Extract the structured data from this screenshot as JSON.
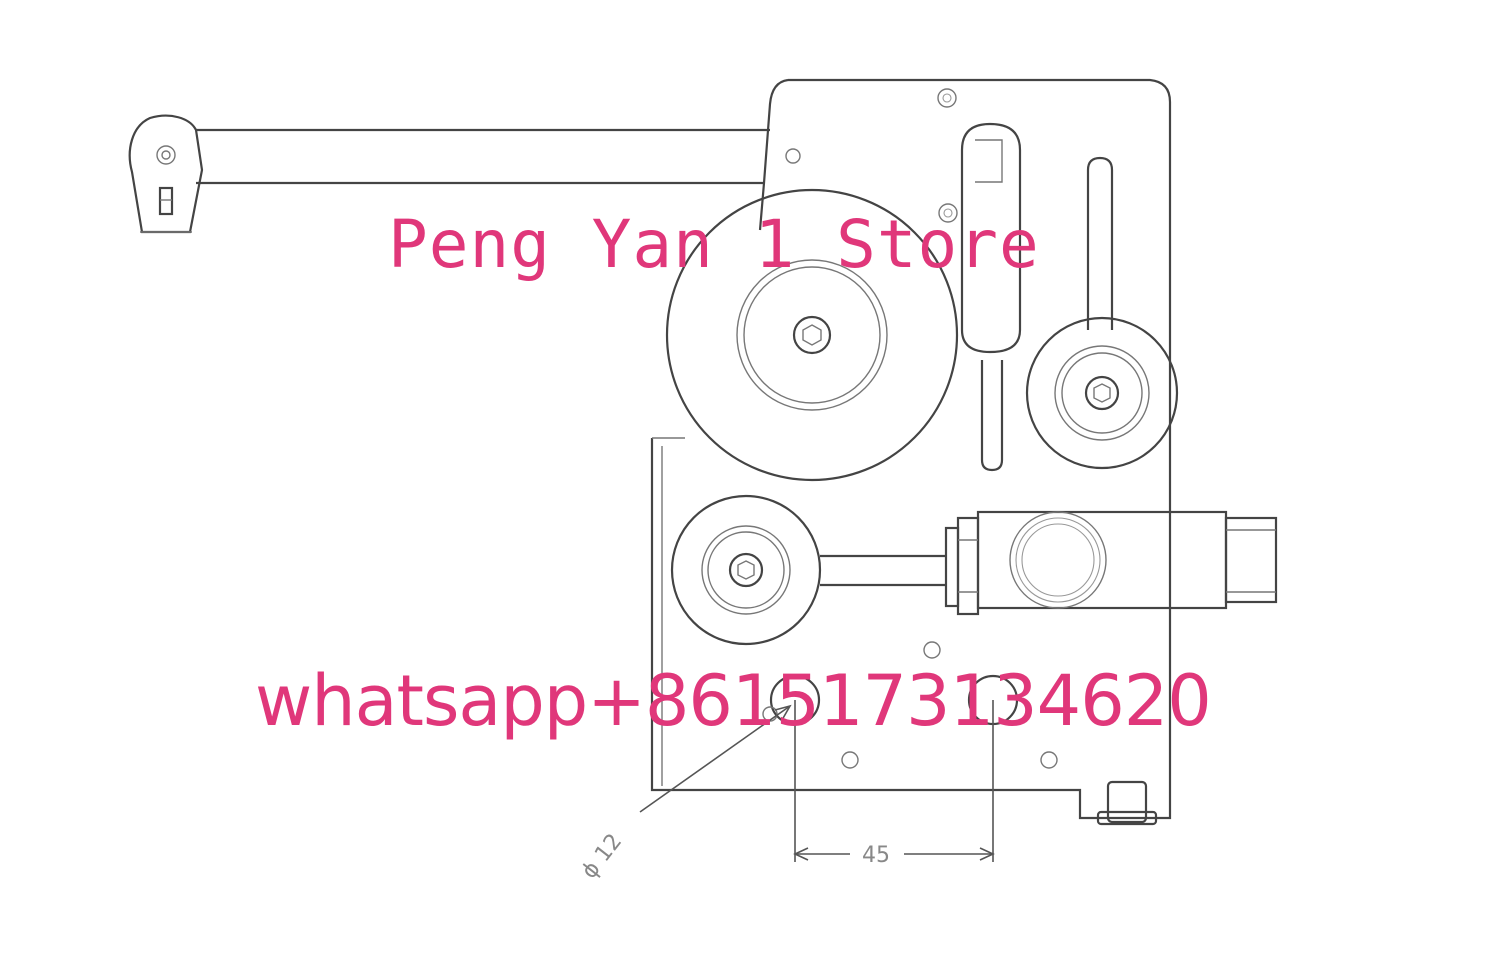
{
  "watermark": {
    "store": "Peng Yan 1 Store",
    "contact": "whatsapp+8615173134620",
    "color": "#e0377a"
  },
  "dimensions": {
    "spacing": "45",
    "hole_diameter": "ϕ 12"
  },
  "colors": {
    "line": "#444444",
    "background": "#ffffff"
  }
}
